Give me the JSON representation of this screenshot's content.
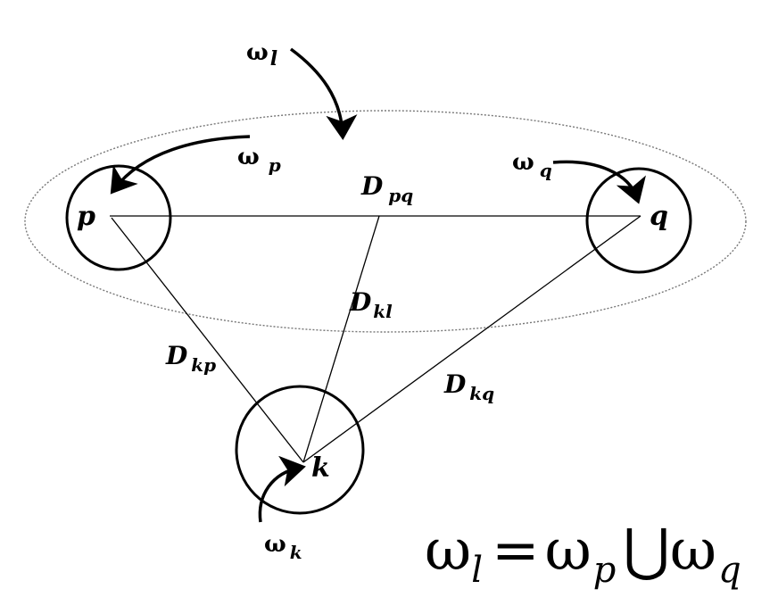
{
  "nodes": {
    "p": "p",
    "q": "q",
    "k": "k"
  },
  "weights": {
    "omega_symbol": "ω",
    "omega_l_sub": "l",
    "omega_p_sub": "p",
    "omega_q_sub": "q",
    "omega_k_sub": "k"
  },
  "distances": {
    "d_symbol": "D",
    "pq_sub": "pq",
    "kl_sub": "kl",
    "kp_sub": "kp",
    "kq_sub": "kq"
  },
  "formula": {
    "lhs_symbol": "ω",
    "lhs_sub": "l",
    "equals": "=",
    "term1_symbol": "ω",
    "term1_sub": "p",
    "union": "⋃",
    "term2_symbol": "ω",
    "term2_sub": "q"
  }
}
